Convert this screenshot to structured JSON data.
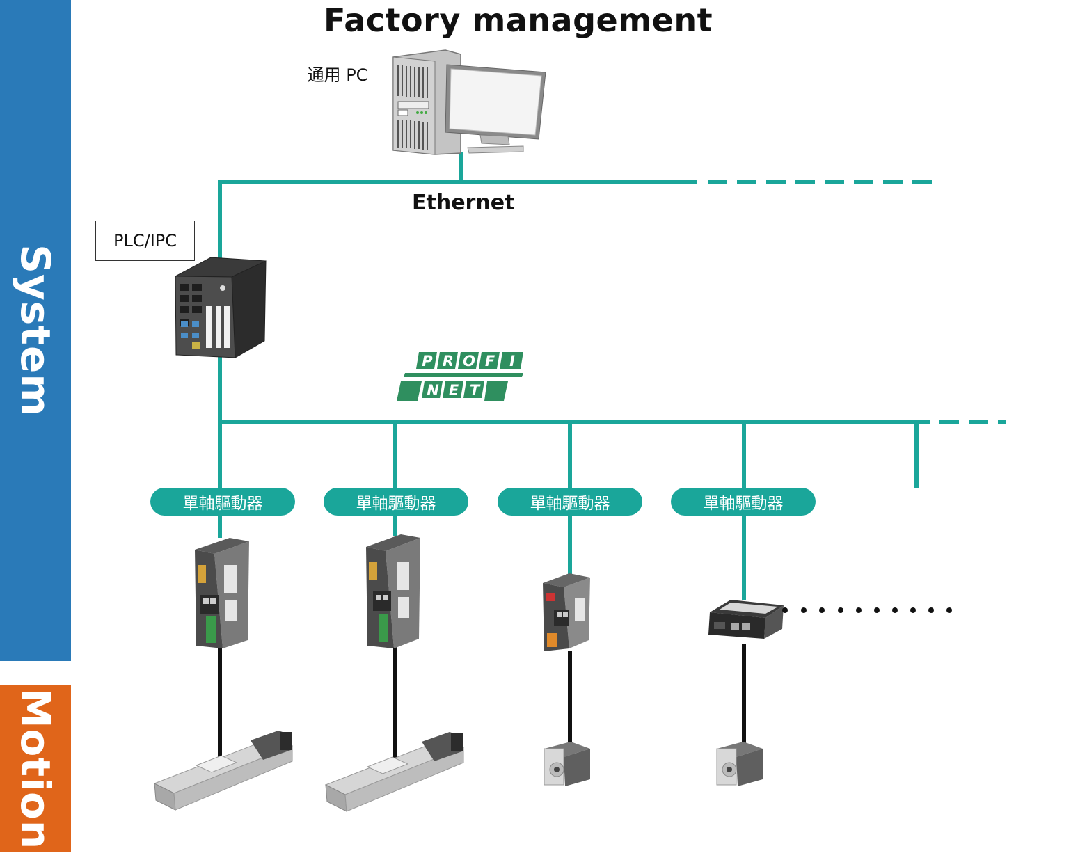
{
  "bands": {
    "system": "System",
    "motion": "Motion"
  },
  "title": "Factory management",
  "networks": {
    "ethernet": "Ethernet",
    "profinet_top": [
      "P",
      "R",
      "O",
      "F",
      "I"
    ],
    "profinet_bottom": [
      "N",
      "E",
      "T"
    ]
  },
  "devices": {
    "pc_label": "通用 PC",
    "plc_label": "PLC/IPC"
  },
  "drivers": [
    {
      "label": "單軸驅動器"
    },
    {
      "label": "單軸驅動器"
    },
    {
      "label": "單軸驅動器"
    },
    {
      "label": "單軸驅動器"
    }
  ],
  "colors": {
    "system": "#2a7ab8",
    "motion": "#e0651a",
    "network": "#1aa69a",
    "profinet": "#2f8f5f"
  }
}
